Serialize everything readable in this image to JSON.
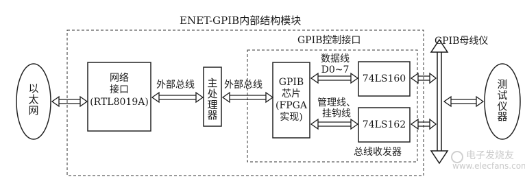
{
  "title": "ENET-GPIB内部结构模块",
  "gpib_interface": "GPIB控制接口",
  "gpib_bus": "GPIB母线仪",
  "ethernet": "以太网",
  "network_interface": {
    "line1": "网络",
    "line2": "接口",
    "line3": "(RTL8019A)"
  },
  "external_bus_1": "外部总线",
  "main_processor": "主处理器",
  "external_bus_2": "外部总线",
  "gpib_chip": {
    "line1": "GPIB",
    "line2": "芯片",
    "line3": "(FPGA",
    "line4": "实现)"
  },
  "data_line": {
    "line1": "数据线",
    "line2": "D0~7"
  },
  "control_line": {
    "line1": "管理线、",
    "line2": "挂钩线"
  },
  "chip_a": "74LS160",
  "chip_b": "74LS162",
  "bus_transceiver": "总线收发器",
  "test_instrument": "测试仪器",
  "watermark": "电子发烧友",
  "watermark_url": "www.elecfans.com"
}
